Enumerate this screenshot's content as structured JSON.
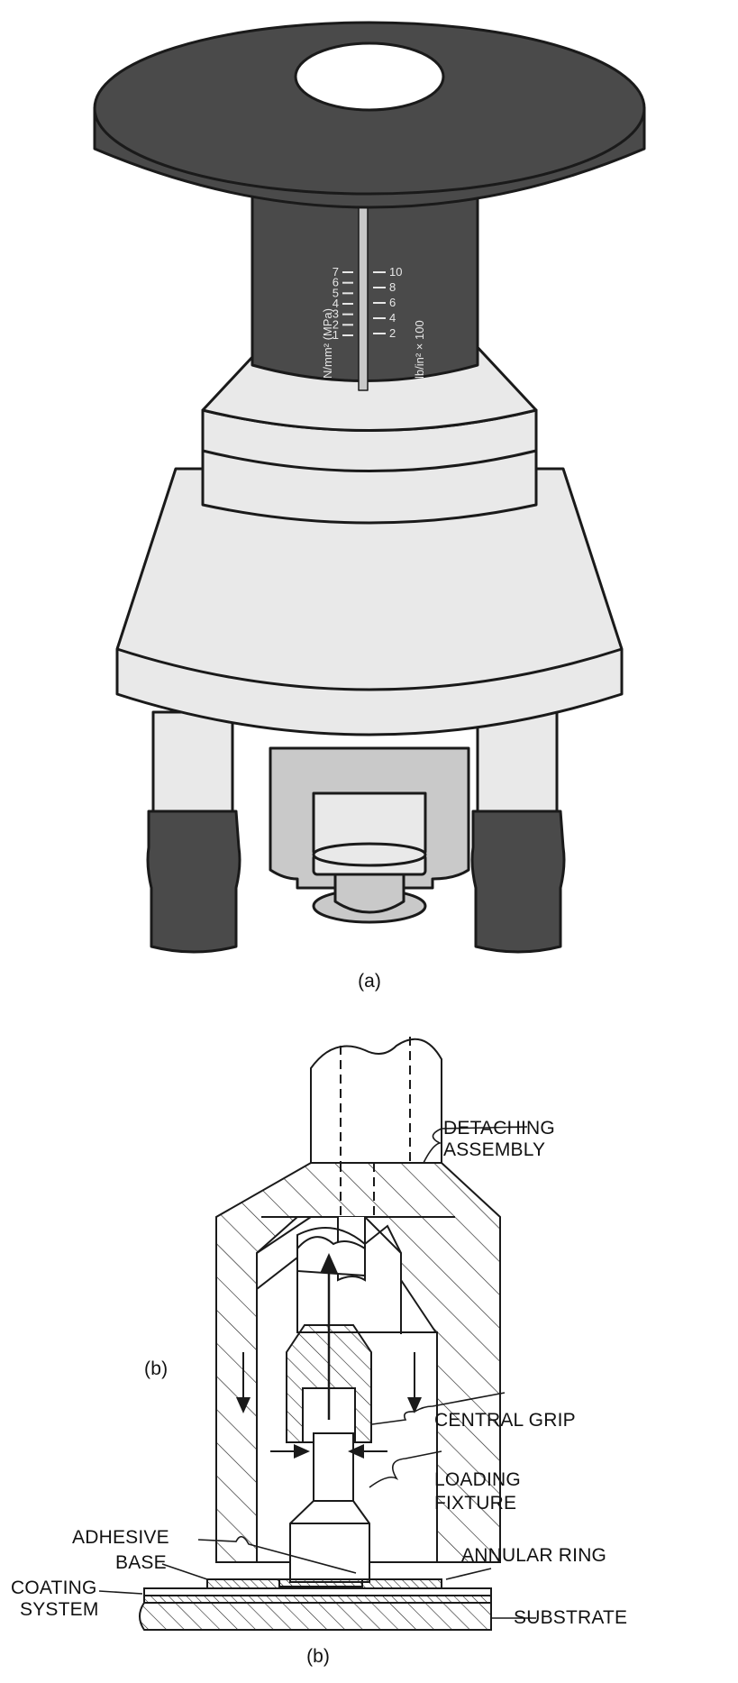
{
  "figure_a": {
    "caption": "(a)",
    "scale_left_label": "N/mm² (MPa)",
    "scale_right_label": "lb/in² × 100",
    "scale_left_ticks": [
      "1",
      "2",
      "3",
      "4",
      "5",
      "6",
      "7"
    ],
    "scale_right_ticks": [
      "2",
      "4",
      "6",
      "8",
      "10"
    ]
  },
  "figure_b": {
    "caption": "(b)",
    "inner_label": "(b)",
    "callouts": {
      "detaching_line1": "DETACHING",
      "detaching_line2": "ASSEMBLY",
      "central_grip": "CENTRAL GRIP",
      "loading_line1": "LOADING",
      "loading_line2": "FIXTURE",
      "adhesive": "ADHESIVE",
      "annular_ring": "ANNULAR RING",
      "base": "BASE",
      "coating_line1": "COATING",
      "coating_line2": "SYSTEM",
      "substrate": "SUBSTRATE"
    }
  },
  "colors": {
    "dark_body": "#4a4a4a",
    "light_body": "#e9e9e9",
    "mid_grey": "#c9c9c9",
    "outline": "#1a1a1a"
  }
}
